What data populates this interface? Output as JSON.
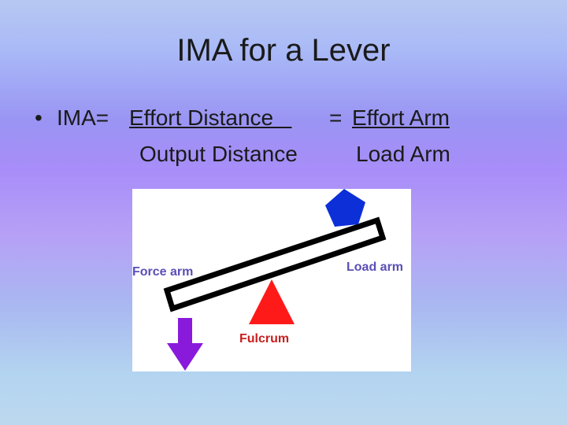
{
  "slide": {
    "title": "IMA for a Lever",
    "bullet_symbol": "•",
    "formula": {
      "lhs": "IMA=",
      "numerator_left": "Effort Distance   ",
      "equals": "=",
      "numerator_right": "Effort Arm",
      "denominator_left": "Output Distance",
      "denominator_right": "Load Arm"
    }
  },
  "diagram": {
    "labels": {
      "force_arm": "Force arm",
      "load_arm": "Load arm",
      "fulcrum": "Fulcrum"
    },
    "colors": {
      "label_text": "#5a4fb5",
      "fulcrum_fill": "#ff1a1a",
      "fulcrum_text": "#c81e1e",
      "load_fill": "#0c2fd8",
      "arrow_fill": "#8a1adb",
      "beam_stroke": "#000000",
      "beam_fill": "#ffffff"
    }
  }
}
